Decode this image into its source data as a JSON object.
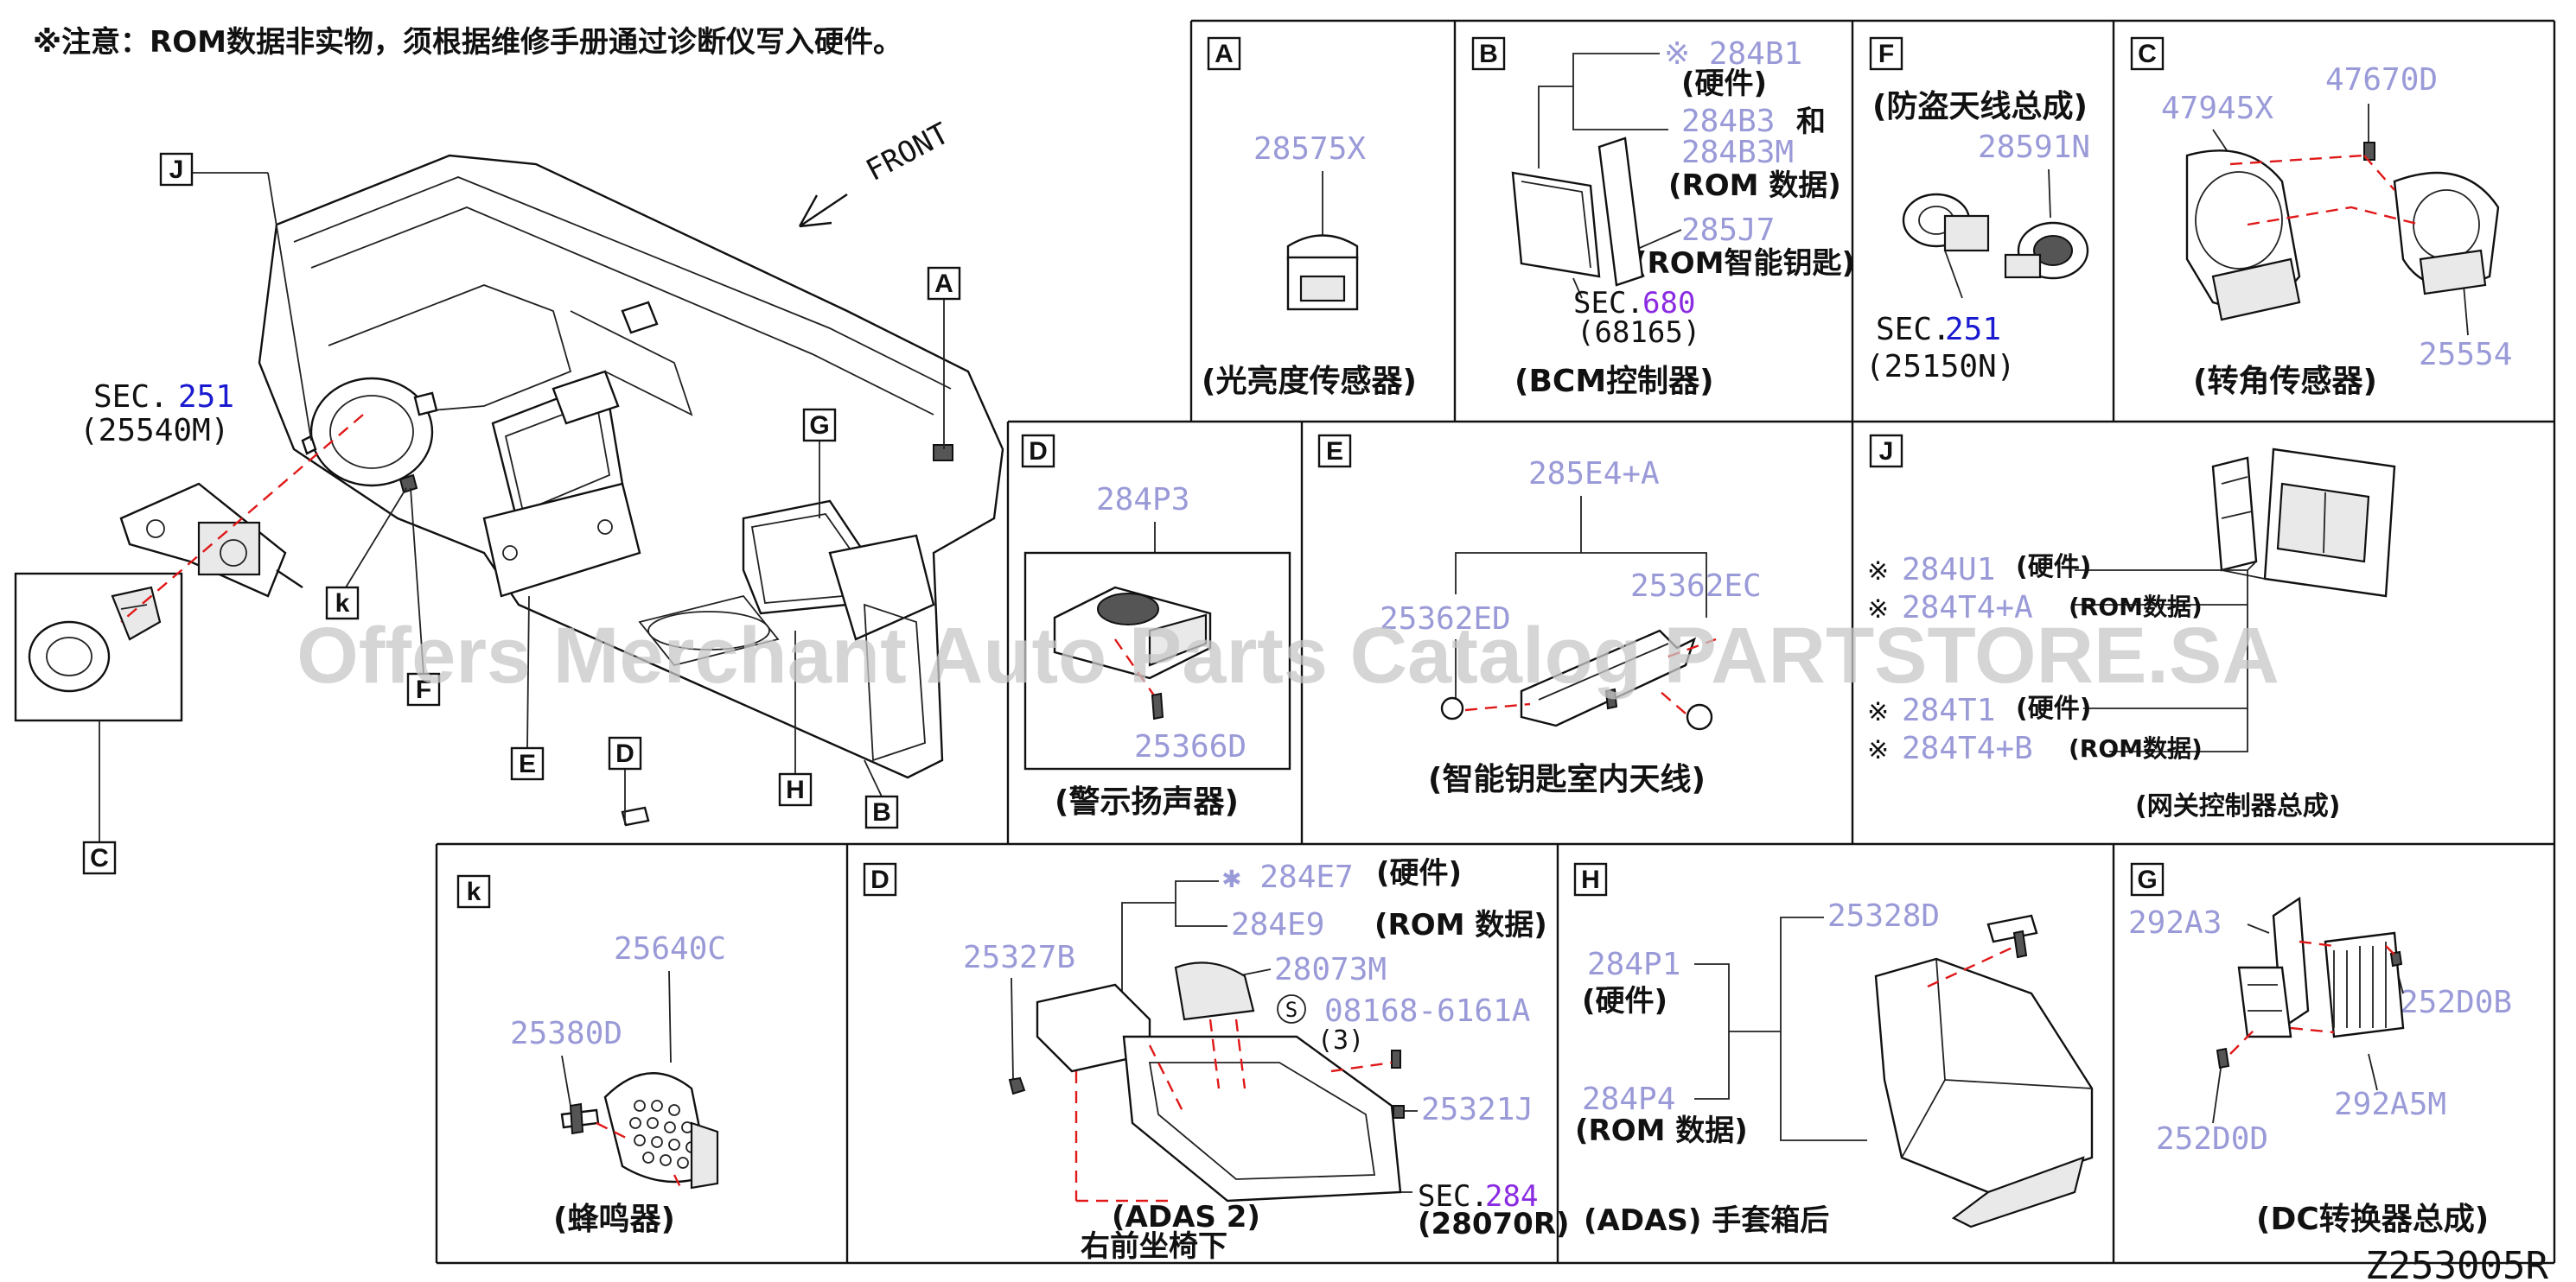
{
  "notice": "※注意：ROM数据非实物，须根据维修手册通过诊断仪写入硬件。",
  "front_label": "FRONT",
  "diagram_id": "Z253005R",
  "watermark": "Offers Merchant Auto Parts Catalog PARTSTORE.SA",
  "colors": {
    "part_number": "#9a9ad8",
    "sec_blue": "#1a1ad0",
    "sec_purple": "#8a2be2",
    "leader_dashed": "#e01818"
  },
  "main": {
    "sec_prefix": "SEC.",
    "sec_num": "251",
    "sec_sub": "(25540M)",
    "callouts": [
      "J",
      "A",
      "G",
      "k",
      "F",
      "E",
      "D",
      "H",
      "B",
      "C"
    ]
  },
  "panels": {
    "A": {
      "letter": "A",
      "part": "28575X",
      "caption": "(光亮度传感器)"
    },
    "B": {
      "letter": "B",
      "parts": [
        "※ 284B1",
        "(硬件)",
        "284B3",
        "和",
        "284B3M",
        "(ROM 数据)",
        "285J7",
        "(ROM智能钥匙)"
      ],
      "sec_prefix": "SEC.",
      "sec_num": "680",
      "sec_sub": "(68165)",
      "caption": "(BCM控制器)"
    },
    "F": {
      "letter": "F",
      "title": "(防盗天线总成)",
      "part": "28591N",
      "sec_prefix": "SEC.",
      "sec_num": "251",
      "sec_sub": "(25150N)"
    },
    "C": {
      "letter": "C",
      "parts": [
        "47945X",
        "47670D",
        "25554"
      ],
      "caption": "(转角传感器)"
    },
    "D1": {
      "letter": "D",
      "parts": [
        "284P3",
        "25366D"
      ],
      "caption": "(警示扬声器)"
    },
    "E": {
      "letter": "E",
      "parts": [
        "285E4+A",
        "25362ED",
        "25362EC"
      ],
      "caption": "(智能钥匙室内天线)"
    },
    "J": {
      "letter": "J",
      "rows": [
        {
          "mark": "※",
          "part": "284U1",
          "note": "(硬件)"
        },
        {
          "mark": "※",
          "part": "284T4+A",
          "note": "(ROM数据)"
        },
        {
          "mark": "※",
          "part": "284T1",
          "note": "(硬件)"
        },
        {
          "mark": "※",
          "part": "284T4+B",
          "note": "(ROM数据)"
        }
      ],
      "caption": "(网关控制器总成)"
    },
    "k": {
      "letter": "k",
      "parts": [
        "25640C",
        "25380D"
      ],
      "caption": "(蜂鸣器)"
    },
    "D2": {
      "letter": "D",
      "parts": [
        "✱ 284E7",
        "(硬件)",
        "284E9",
        "(ROM 数据)",
        "25327B",
        "28073M",
        "08168-6161A",
        "(3)",
        "25321J"
      ],
      "sec_prefix": "SEC.",
      "sec_num": "284",
      "sec_sub": "(28070R)",
      "caption1": "(ADAS 2)",
      "caption2": "右前坐椅下"
    },
    "H": {
      "letter": "H",
      "parts": [
        "284P1",
        "(硬件)",
        "284P4",
        "(ROM 数据)",
        "25328D"
      ],
      "caption": "(ADAS) 手套箱后"
    },
    "G": {
      "letter": "G",
      "parts": [
        "292A3",
        "252D0B",
        "292A5M",
        "252D0D"
      ],
      "caption": "(DC转换器总成)"
    }
  }
}
